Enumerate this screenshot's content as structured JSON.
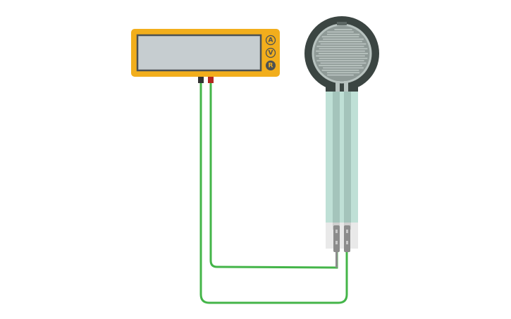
{
  "multimeter": {
    "buttons": [
      {
        "label": "A",
        "active": false
      },
      {
        "label": "V",
        "active": false
      },
      {
        "label": "R",
        "active": true
      }
    ],
    "body_color": "#f2ae1c",
    "screen_color": "#c6cdd0"
  },
  "force_sensor": {
    "head_color": "#3b4542",
    "strip_color": "#bfe0d6"
  },
  "wires": {
    "color": "#44b549"
  }
}
